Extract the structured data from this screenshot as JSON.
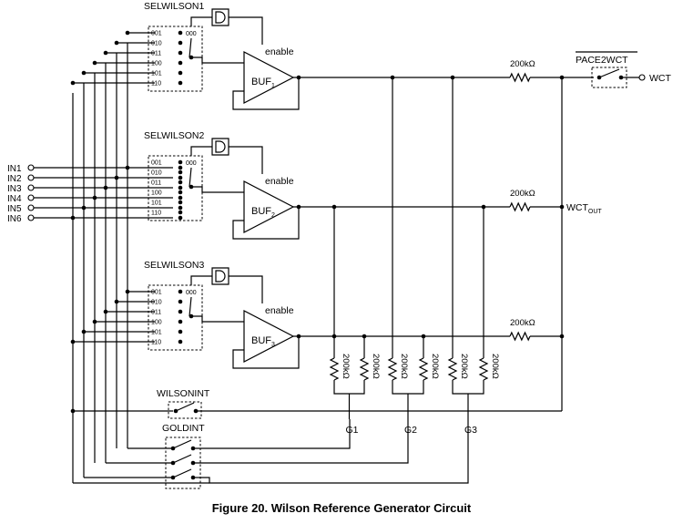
{
  "labels": {
    "selwilson1": "SELWILSON1",
    "selwilson2": "SELWILSON2",
    "selwilson3": "SELWILSON3",
    "enable": "enable",
    "buf1_main": "BUF",
    "buf1_sub": "1",
    "buf2_main": "BUF",
    "buf2_sub": "2",
    "buf3_main": "BUF",
    "buf3_sub": "3",
    "pace2wct": "PACE2WCT",
    "wct": "WCT",
    "wctout_main": "WCT",
    "wctout_sub": "OUT",
    "wilsonint": "WILSONINT",
    "goldint": "GOLDINT",
    "g1": "G1",
    "g2": "G2",
    "g3": "G3",
    "resistor": "200kΩ"
  },
  "inputs": [
    "IN1",
    "IN2",
    "IN3",
    "IN4",
    "IN5",
    "IN6"
  ],
  "mux_codes": [
    "001",
    "010",
    "011",
    "100",
    "101",
    "110"
  ],
  "mux_default": "000",
  "caption": "Figure 20.  Wilson Reference Generator Circuit"
}
